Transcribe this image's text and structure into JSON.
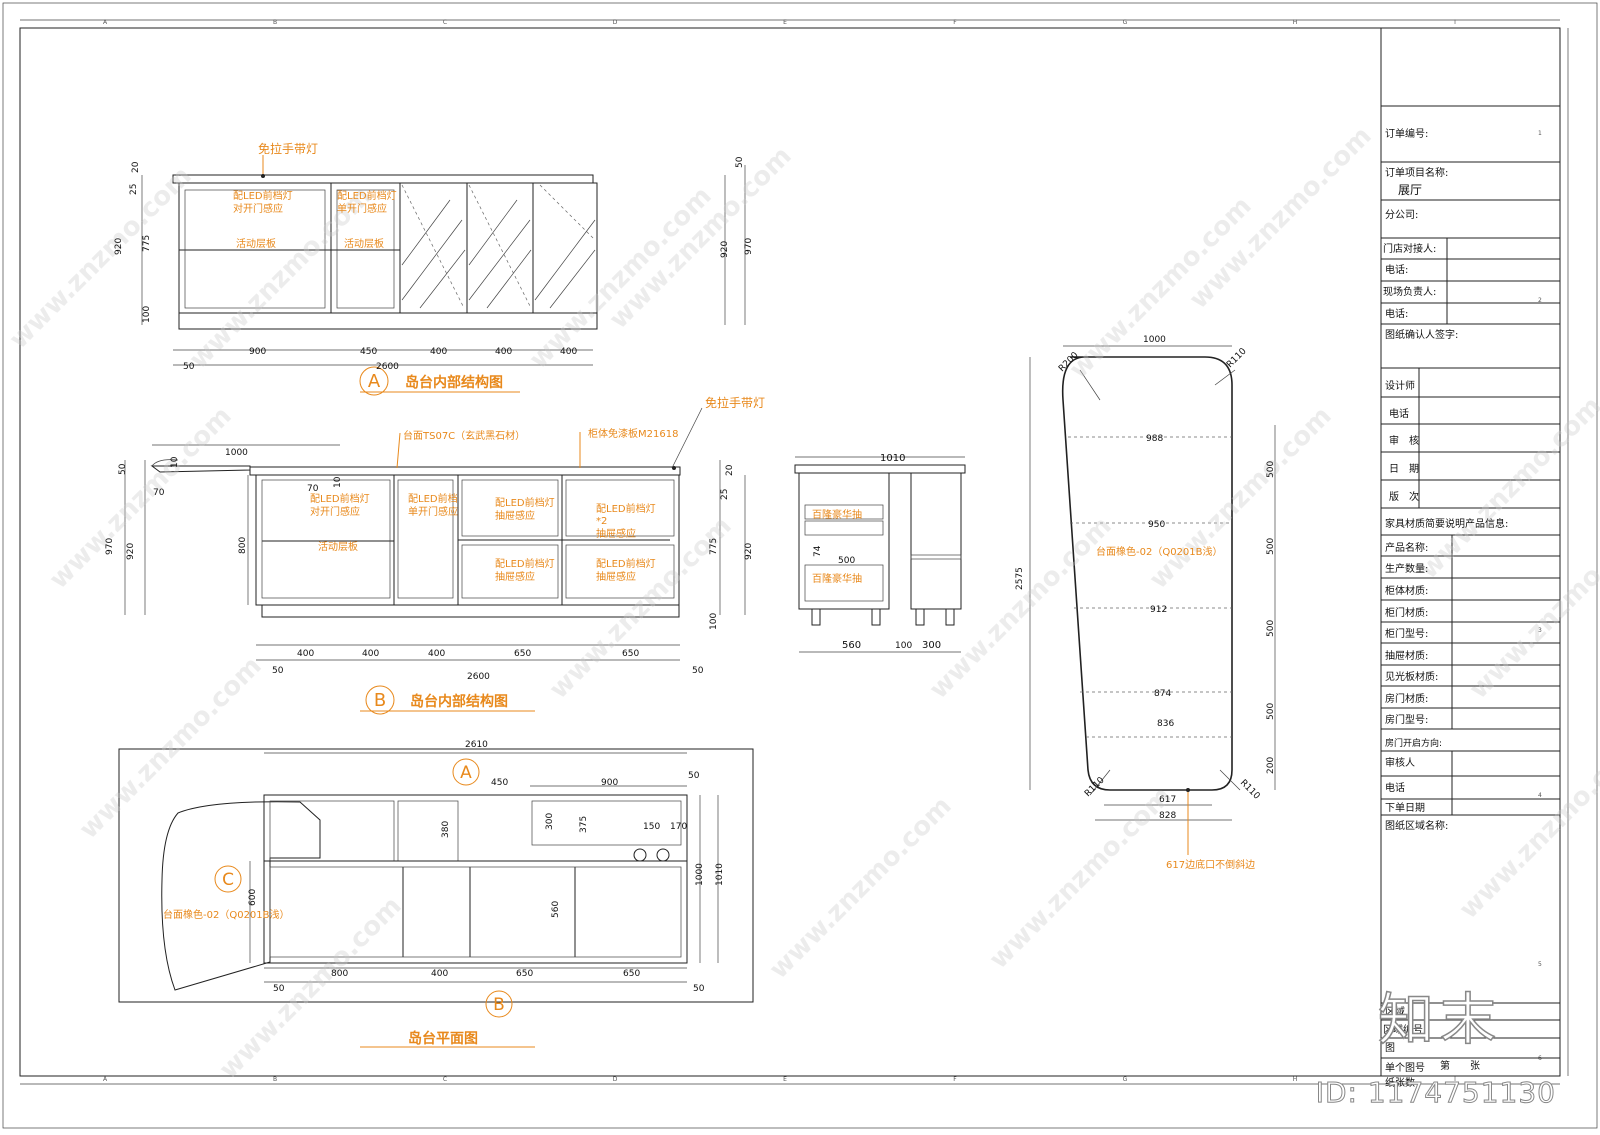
{
  "titles": {
    "a_marker": "A",
    "a_title": "岛台内部结构图",
    "b_marker": "B",
    "b_title": "岛台内部结构图",
    "c_marker": "C",
    "plan_title": "岛台平面图",
    "plan_marker_a": "A",
    "plan_marker_b": "B"
  },
  "notes": {
    "hand_light_1": "免拉手带灯",
    "hand_light_2": "免拉手带灯",
    "led_double_door": "配LED前档灯",
    "led_double_door_2": "对开门感应",
    "led_single_door": "配LED前档灯",
    "led_single_door_2": "单开门感应",
    "shelf_1": "活动层板",
    "shelf_2": "活动层板",
    "countertop": "台面TS07C（玄武黑石材）",
    "cabinet_board": "柜体免漆板M21618",
    "b_led_1": "配LED前档灯",
    "b_led_1b": "对开门感应",
    "b_led_2": "配LED前档",
    "b_led_2b": "单开门感应",
    "b_led_3": "配LED前档灯",
    "b_led_3b": "抽屉感应",
    "b_led_4": "配LED前档灯",
    "b_led_4b": "*2",
    "b_led_4c": "抽屉感应",
    "b_led_5": "配LED前档灯",
    "b_led_5b": "抽屉感应",
    "b_led_6": "配LED前档灯",
    "b_led_6b": "抽屉感应",
    "b_shelf": "活动层板",
    "drawer_1": "百隆豪华抽",
    "drawer_2": "百隆豪华抽",
    "top_color_plan": "台面橡色-02（Q0201B浅）",
    "top_color_right": "台面橡色-02（Q0201B浅）",
    "edge_note": "617边底口不倒斜边"
  },
  "dims": {
    "a_h_20": "20",
    "a_h_25": "25",
    "a_h_920": "920",
    "a_h_775": "775",
    "a_h_100": "100",
    "a_r_50": "50",
    "a_r_920": "920",
    "a_r_970": "970",
    "a_w_900": "900",
    "a_w_450": "450",
    "a_w_400a": "400",
    "a_w_400b": "400",
    "a_w_400c": "400",
    "a_w_50": "50",
    "a_w_2600": "2600",
    "b_top_1000": "1000",
    "b_50": "50",
    "b_10": "10",
    "b_70": "70",
    "b_70b": "70",
    "b_10b": "10",
    "b_h_970": "970",
    "b_h_920": "920",
    "b_h_800": "800",
    "b_r_20": "20",
    "b_r_25": "25",
    "b_r_775": "775",
    "b_r_920": "920",
    "b_r_100": "100",
    "b_w_400a": "400",
    "b_w_400b": "400",
    "b_w_400c": "400",
    "b_w_650a": "650",
    "b_w_650b": "650",
    "b_w_50a": "50",
    "b_w_50b": "50",
    "b_w_2600": "2600",
    "s_1010": "1010",
    "s_74": "74",
    "s_500": "500",
    "s_560": "560",
    "s_100": "100",
    "s_300": "300",
    "p_2610": "2610",
    "p_450": "450",
    "p_900": "900",
    "p_50": "50",
    "p_380": "380",
    "p_300": "300",
    "p_375": "375",
    "p_150": "150",
    "p_170": "170",
    "p_1000": "1000",
    "p_1010": "1010",
    "p_600": "600",
    "p_560": "560",
    "p_800": "800",
    "p_400": "400",
    "p_650a": "650",
    "p_650b": "650",
    "p_50a": "50",
    "p_50b": "50",
    "r_1000": "1000",
    "r_r200": "R200",
    "r_r110a": "R110",
    "r_988": "988",
    "r_950": "950",
    "r_912": "912",
    "r_874": "874",
    "r_836": "836",
    "r_617": "617",
    "r_828": "828",
    "r_2575": "2575",
    "r_500a": "500",
    "r_500b": "500",
    "r_500c": "500",
    "r_500d": "500",
    "r_200": "200",
    "r_r110b": "R110",
    "r_r110c": "R110"
  },
  "title_block": {
    "order_no": "订单编号:",
    "project_name": "订单项目名称:",
    "project_value": "展厅",
    "branch": "分公司:",
    "store_contact": "门店对接人:",
    "phone1": "电话:",
    "site_manager": "现场负责人:",
    "phone2": "电话:",
    "confirm_sign": "图纸确认人签字:",
    "designer": "设计师",
    "phone3": "电话",
    "review": "审　核",
    "date": "日　期",
    "version": "版　次",
    "material_info": "家具材质简要说明产品信息:",
    "product_name": "产品名称:",
    "quantity": "生产数量:",
    "body_material": "柜体材质:",
    "door_material": "柜门材质:",
    "door_model": "柜门型号:",
    "drawer_material": "抽屉材质:",
    "visible_board": "见光板材质:",
    "room_door_material": "房门材质:",
    "room_door_model": "房门型号:",
    "room_door_dir": "房门开启方向:",
    "reviewer": "审核人",
    "phone4": "电话",
    "order_date": "下单日期",
    "area_name": "图纸区域名称:",
    "area": "区域",
    "area_no": "区域编号",
    "drawing": "图",
    "single_no": "单个图号",
    "sheet_of": "第　　张",
    "total": "纸张数"
  },
  "ruler": {
    "top": [
      "A",
      "B",
      "C",
      "D",
      "E",
      "F",
      "G",
      "H",
      "I"
    ],
    "right": [
      "1",
      "2",
      "3",
      "4",
      "5",
      "6"
    ]
  },
  "watermark": "www.znzmo.com",
  "logo": "知末",
  "image_id": "ID: 1174751130"
}
